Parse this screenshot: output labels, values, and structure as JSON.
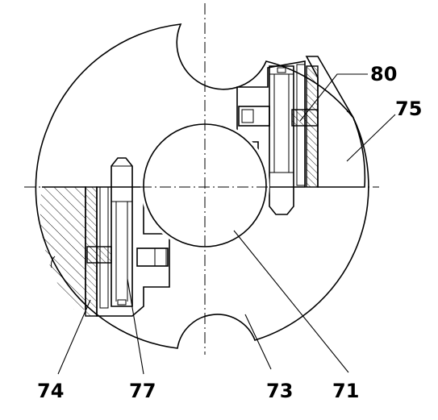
{
  "labels": {
    "l80": "80",
    "l75": "75",
    "l74": "74",
    "l77": "77",
    "l73": "73",
    "l71": "71"
  }
}
